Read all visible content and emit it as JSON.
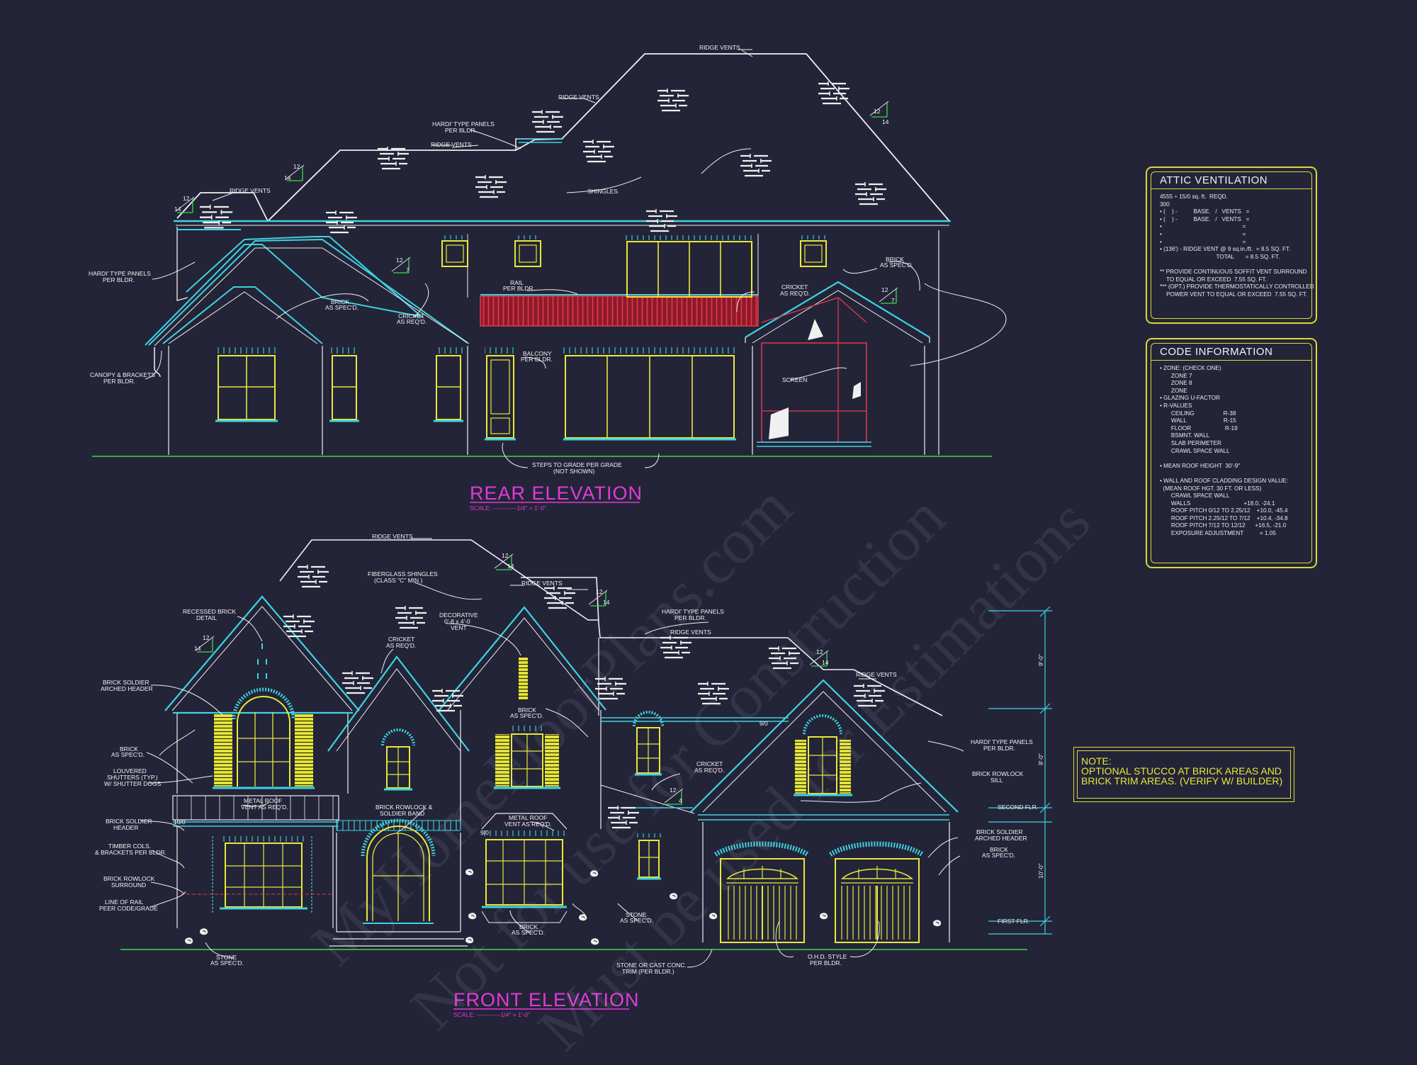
{
  "watermark": [
    "MyHomeFloorPlans.com",
    "Not for use for Construction",
    "Must be used for Estimations"
  ],
  "rear": {
    "title": "REAR ELEVATION",
    "scale": "SCALE: ------------1/4\" = 1'-0\"",
    "labels": {
      "ridge1": "RIDGE VENTS",
      "ridge2": "RIDGE VENTS",
      "ridge3": "RIDGE VENTS",
      "ridge4": "RIDGE VENTS",
      "hardi1a": "HARDI' TYPE PANELS",
      "hardi1b": "PER BLDR.",
      "hardi2a": "HARDI' TYPE PANELS",
      "hardi2b": "PER BLDR.",
      "shingles": "SHINGLES",
      "brick1a": "BRICK",
      "brick1b": "AS SPEC'D.",
      "brick2a": "BRICK",
      "brick2b": "AS SPEC'D.",
      "cricket1a": "CRICKET",
      "cricket1b": "AS REQ'D.",
      "cricket2a": "CRICKET",
      "cricket2b": "AS REQ'D.",
      "raila": "RAIL",
      "railb": "PER BLDR.",
      "balconya": "BALCONY",
      "balconyb": "PER BLDR.",
      "canopya": "CANOPY & BRACKETS",
      "canopyb": "PER BLDR.",
      "screen": "SCREEN",
      "stepsa": "STEPS TO GRADE PER GRADE",
      "stepsb": "(NOT SHOWN)"
    }
  },
  "front": {
    "title": "FRONT ELEVATION",
    "scale": "SCALE: ------------1/4\" = 1'-0\"",
    "labels": {
      "ridge1": "RIDGE VENTS",
      "ridge2": "RIDGE VENTS",
      "ridge3": "RIDGE VENTS",
      "ridge4": "RIDGE VENTS",
      "fiber1": "FIBERGLASS SHINGLES",
      "fiber2": "(CLASS \"C\" MIN.)",
      "recessed1": "RECESSED BRICK",
      "recessed2": "DETAIL",
      "deco1": "DECORATIVE",
      "deco2": "0'-8 x 4'-0",
      "deco3": "VENT",
      "cricket1a": "CRICKET",
      "cricket1b": "AS REQ'D.",
      "cricket2a": "CRICKET",
      "cricket2b": "AS REQ'D.",
      "hardi1a": "HARDI' TYPE PANELS",
      "hardi1b": "PER BLDR.",
      "hardi2a": "HARDI' TYPE PANELS",
      "hardi2b": "PER BLDR.",
      "soldier1a": "BRICK SOLDIER",
      "soldier1b": "ARCHED HEADER",
      "brickA1": "BRICK",
      "brickA2": "AS SPEC'D.",
      "brickB1": "BRICK",
      "brickB2": "AS SPEC'D.",
      "brickC1": "BRICK",
      "brickC2": "AS SPEC'D.",
      "brickD1": "BRICK",
      "brickD2": "AS SPEC'D.",
      "louv1": "LOUVERED",
      "louv2": "SHUTTERS (TYP.)",
      "louv3": "W/ SHUTTER DOGS",
      "metal1a": "METAL ROOF",
      "metal1b": "VENT AS REQ'D.",
      "metal2a": "METAL ROOF",
      "metal2b": "VENT AS REQ'D.",
      "soldierH1": "BRICK SOLDIER",
      "soldierH2": "HEADER",
      "rowlockBand1": "BRICK ROWLOCK &",
      "rowlockBand2": "SOLDIER BAND",
      "timber1": "TIMBER COLS.",
      "timber2": "& BRACKETS PER BLDR.",
      "rowlockSur1": "BRICK ROWLOCK",
      "rowlockSur2": "SURROUND",
      "rail1": "LINE OF RAIL",
      "rail2": "PEER CODE/GRADE",
      "stoneA1": "STONE",
      "stoneA2": "AS SPEC'D.",
      "stoneB1": "STONE",
      "stoneB2": "AS SPEC'D.",
      "cast1": "STONE OR CAST CONC.",
      "cast2": "TRIM (PER BLDR.)",
      "ohd1": "O.H.D. STYLE",
      "ohd2": "PER BLDR.",
      "rowlockSill1": "BRICK ROWLOCK",
      "rowlockSill2": "SILL",
      "soldierArch1": "BRICK SOLDIER",
      "soldierArch2": "ARCHED HEADER",
      "second": "SECOND FLR.",
      "first": "FIRST FLR.",
      "d1": "9'-0\"",
      "d2": "9'-0\"",
      "d3": "10'-0\"",
      "plate1": "9/0",
      "plate2": "10/0",
      "plate3": "9/0"
    }
  },
  "pitch": {
    "rise": "12",
    "run": "14",
    "run7": "7",
    "run4": "4"
  },
  "attic": {
    "title": "ATTIC VENTILATION",
    "lines": [
      "4555 ÷ 15/0 sq. ft.  REQD.",
      "300",
      "• (    ) -          BASE.   /   VENTS   =",
      "• (    ) -          BASE.   /   VENTS   =",
      "•                                                  =",
      "•                                                  =",
      "•                                                  =",
      "• (136') - RIDGE VENT @ 9 sq.in./ft.  = 8.5 SQ. FT.",
      "                                   TOTAL       = 8.5 SQ. FT.",
      "",
      "** PROVIDE CONTINUOUS SOFFIT VENT SURROUND",
      "    TO EQUAL OR EXCEED  7.55 SQ. FT.",
      "*** (OPT.) PROVIDE THERMOSTATICALLY CONTROLLED",
      "    POWER VENT TO EQUAL OR EXCEED  7.55 SQ. FT."
    ]
  },
  "code": {
    "title": "CODE INFORMATION",
    "lines": [
      "• ZONE: (CHECK ONE)",
      "       ZONE 7",
      "       ZONE 8",
      "       ZONE",
      "• GLAZING U-FACTOR",
      "• R-VALUES",
      "       CEILING                  R-38",
      "       WALL                       R-15",
      "       FLOOR                     R-19",
      "       BSMNT. WALL",
      "       SLAB PERIMETER",
      "       CRAWL SPACE WALL",
      "",
      "• MEAN ROOF HEIGHT  30'-9\"",
      "",
      "• WALL AND ROOF CLADDING DESIGN VALUE:",
      "  (MEAN ROOF HGT. 30 FT. OR LESS)",
      "       CRAWL SPACE WALL",
      "       WALLS                                 +18.0, -24.1",
      "       ROOF PITCH 0/12 TO 2.25/12    +10.0, -45.4",
      "       ROOF PITCH 2.25/12 TO 7/12    +10.4, -34.8",
      "       ROOF PITCH 7/12 TO 12/12      +16.5, -21.0",
      "       EXPOSURE ADJUSTMENT          = 1.05"
    ]
  },
  "note": {
    "heading": "NOTE:",
    "text": "OPTIONAL STUCCO AT BRICK AREAS AND BRICK TRIM AREAS. (VERIFY W/ BUILDER)"
  }
}
